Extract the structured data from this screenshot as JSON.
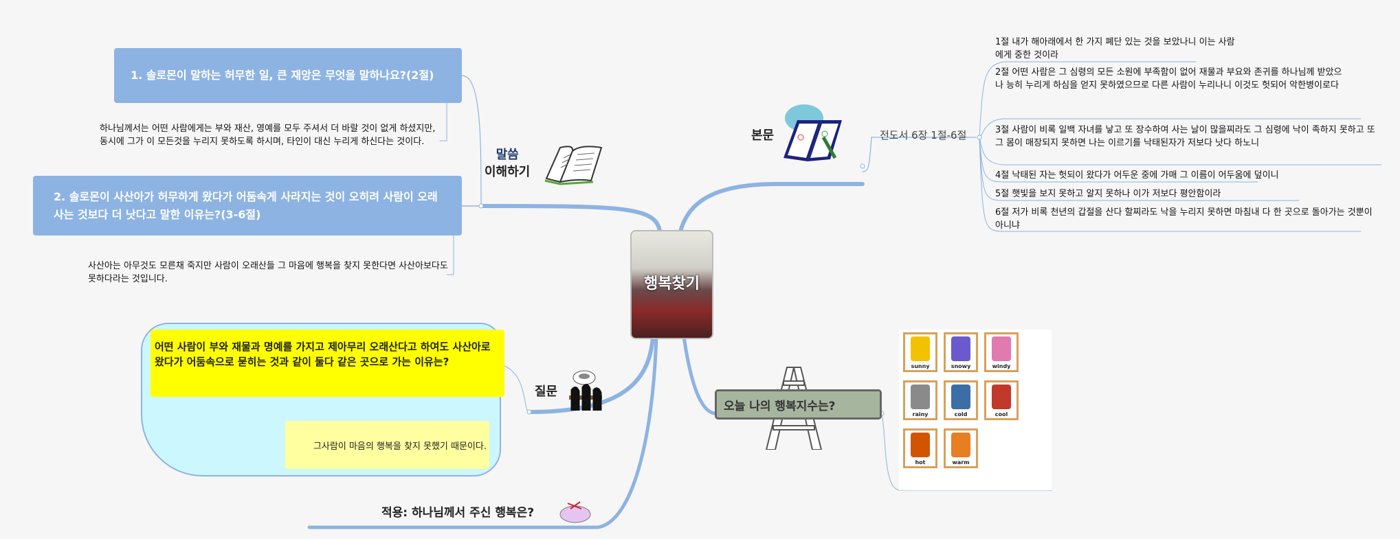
{
  "central": {
    "title": "행복찾기"
  },
  "word": {
    "label_line1": "말씀",
    "label_line2": "이해하기",
    "q1": "1. 솔로몬이 말하는 허무한 일, 큰 재앙은 무엇을 말하나요?(2절)",
    "a1": "하나님께서는 어떤 사람에게는 부와 재산, 영예를 모두 주셔서 더 바랄 것이 없게 하셨지만, 동시에 그가 이 모든것을 누리지 못하도록 하시며, 타인이 대신 누리게 하신다는 것이다.",
    "q2": "2. 솔로몬이 사산아가 허무하게 왔다가 어둠속게 사라지는 것이 오히려 사람이 오래사는 것보다 더 낫다고 말한 이유는?(3-6절)",
    "a2": "사산아는 아무것도 모른채 죽지만 사람이 오래산들 그 마음에 행복을 찾지 못한다면 사산아보다도 못하다라는 것입니다."
  },
  "text": {
    "label": "본문",
    "reference": "전도서 6장 1절-6절",
    "verses": [
      "1절 내가 해아래에서 한 가지 폐단 있는 것을 보았나니 이는 사람에게 중한 것이라",
      "2절 어떤 사람은 그 심령의 모든 소원에 부족함이 없어 재물과 부요와 존귀를 하나님께 받았으나 능히 누리게 하심을 얻지 못하였으므로 다른 사람이 누리나니 이것도 헛되어 악한병이로다",
      "3절 사람이 비록 일백 자녀를 낳고 또 장수하여 사는 날이 많을찌라도 그 심령에 낙이 족하지 못하고 또 그 몸이 매장되지 못하면 나는 이르기를 낙태된자가 저보다 낫다 하노니",
      "4절 낙태된 자는 헛되이 왔다가 어두운 중에 가매 그 이름이 어두움에 덮이니",
      "5절 햇빛을 보지 못하고 알지 못하나 이가 저보다 평안함이라",
      "6절 저가 비록 천년의 갑절을 산다 할찌라도 낙을 누리지 못하면 마침내 다 한 곳으로 돌아가는 것뿐이 아니냐"
    ]
  },
  "question": {
    "label": "질문",
    "q": "어떤 사람이 부와 재물과 명예를 가지고 제아무리 오래산다고 하여도 사산아로 왔다가 어둠속으로 묻히는 것과 같이 둘다 같은 곳으로 가는 이유는?",
    "a": "그사람이 마음의 행복을 찾지 못했기 때문이다."
  },
  "apply": {
    "label": "적용: 하나님께서 주신 행복은?"
  },
  "happiness": {
    "label": "오늘 나의 행복지수는?",
    "cards": [
      {
        "label": "sunny",
        "color": "#f2c200"
      },
      {
        "label": "snowy",
        "color": "#6a5acd"
      },
      {
        "label": "windy",
        "color": "#e07ab0"
      },
      {
        "label": "rainy",
        "color": "#8a8a8a"
      },
      {
        "label": "cold",
        "color": "#3a6ea5"
      },
      {
        "label": "cool",
        "color": "#c0392b"
      },
      {
        "label": "hot",
        "color": "#d35400"
      },
      {
        "label": "warm",
        "color": "#e67e22"
      }
    ]
  }
}
